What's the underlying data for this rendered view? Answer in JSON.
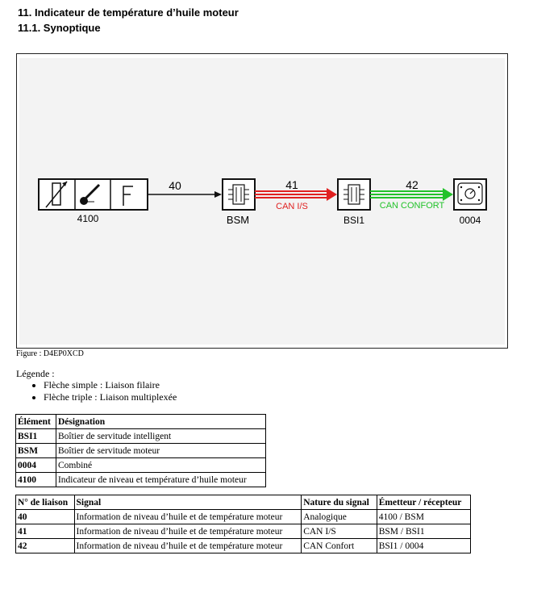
{
  "heading": {
    "title": "11. Indicateur de température d’huile moteur",
    "subtitle": "11.1. Synoptique"
  },
  "diagram": {
    "nodes": [
      {
        "id": "4100",
        "label": "4100"
      },
      {
        "id": "BSM",
        "label": "BSM"
      },
      {
        "id": "BSI1",
        "label": "BSI1"
      },
      {
        "id": "0004",
        "label": "0004"
      }
    ],
    "links": [
      {
        "number": "40",
        "signal": "",
        "color": "#000000"
      },
      {
        "number": "41",
        "signal": "CAN I/S",
        "color": "#e02020"
      },
      {
        "number": "42",
        "signal": "CAN CONFORT",
        "color": "#22c22a"
      }
    ]
  },
  "figure_caption": "Figure : D4EP0XCD",
  "legend": {
    "title": "Légende :",
    "items": [
      "Flèche simple : Liaison filaire",
      "Flèche triple : Liaison multiplexée"
    ]
  },
  "elements_table": {
    "headers": [
      "Élément",
      "Désignation"
    ],
    "rows": [
      [
        "BSI1",
        "Boîtier de servitude intelligent"
      ],
      [
        "BSM",
        "Boîtier de servitude moteur"
      ],
      [
        "0004",
        "Combiné"
      ],
      [
        "4100",
        "Indicateur de niveau et température d’huile moteur"
      ]
    ]
  },
  "links_table": {
    "headers": [
      "N° de liaison",
      "Signal",
      "Nature du signal",
      "Émetteur / récepteur"
    ],
    "rows": [
      [
        "40",
        "Information de niveau d’huile et de température moteur",
        "Analogique",
        "4100 / BSM"
      ],
      [
        "41",
        "Information de niveau d’huile et de température moteur",
        "CAN I/S",
        "BSM / BSI1"
      ],
      [
        "42",
        "Information de niveau d’huile et de température moteur",
        "CAN Confort",
        "BSI1 / 0004"
      ]
    ]
  }
}
